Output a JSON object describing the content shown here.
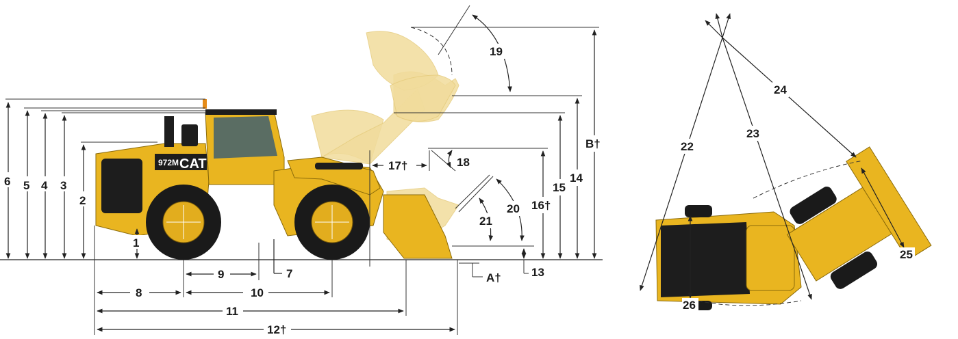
{
  "machine": {
    "model_badge": "972M",
    "brand_badge": "CAT"
  },
  "dimension_labels": {
    "d1": "1",
    "d2": "2",
    "d3": "3",
    "d4": "4",
    "d5": "5",
    "d6": "6",
    "d7": "7",
    "d8": "8",
    "d9": "9",
    "d10": "10",
    "d11": "11",
    "d12": "12†",
    "d13": "13",
    "d14": "14",
    "d15": "15",
    "d16": "16†",
    "d17": "17†",
    "d18": "18",
    "d19": "19",
    "d20": "20",
    "d21": "21",
    "d22": "22",
    "d23": "23",
    "d24": "24",
    "d25": "25",
    "d26": "26",
    "dA": "A†",
    "dB": "B†"
  },
  "colors": {
    "machine_yellow": "#e9b520",
    "ghost_bucket": "#f1dc9c",
    "line": "#222222"
  }
}
